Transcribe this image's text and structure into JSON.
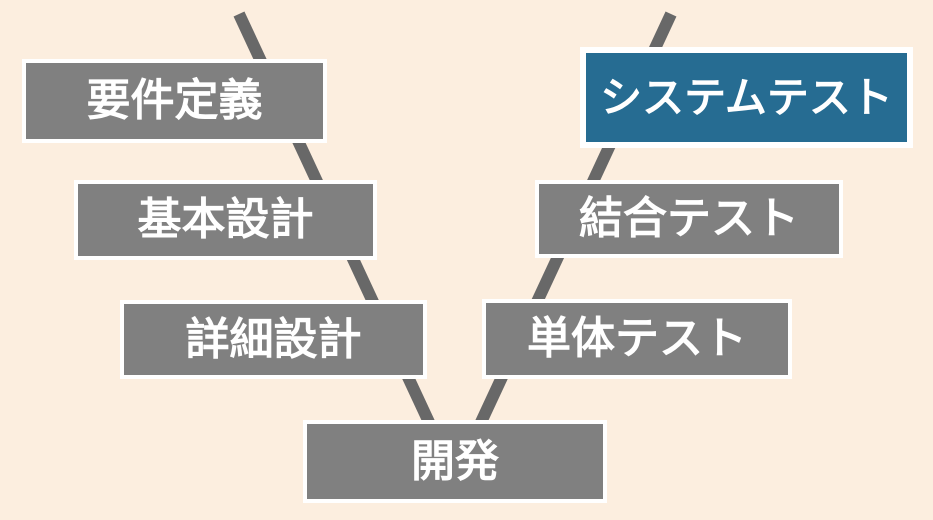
{
  "diagram": {
    "type": "v-model-process",
    "colors": {
      "background": "#FCEEDF",
      "box": "#808080",
      "highlight": "#266C92",
      "line": "#686868",
      "text": "#FFFFFF",
      "box_border": "#FFFFFF"
    },
    "nodes": [
      {
        "label": "要件定義",
        "highlighted": false
      },
      {
        "label": "基本設計",
        "highlighted": false
      },
      {
        "label": "詳細設計",
        "highlighted": false
      },
      {
        "label": "開発",
        "highlighted": false
      },
      {
        "label": "単体テスト",
        "highlighted": false
      },
      {
        "label": "結合テスト",
        "highlighted": false
      },
      {
        "label": "システムテスト",
        "highlighted": true
      }
    ]
  }
}
